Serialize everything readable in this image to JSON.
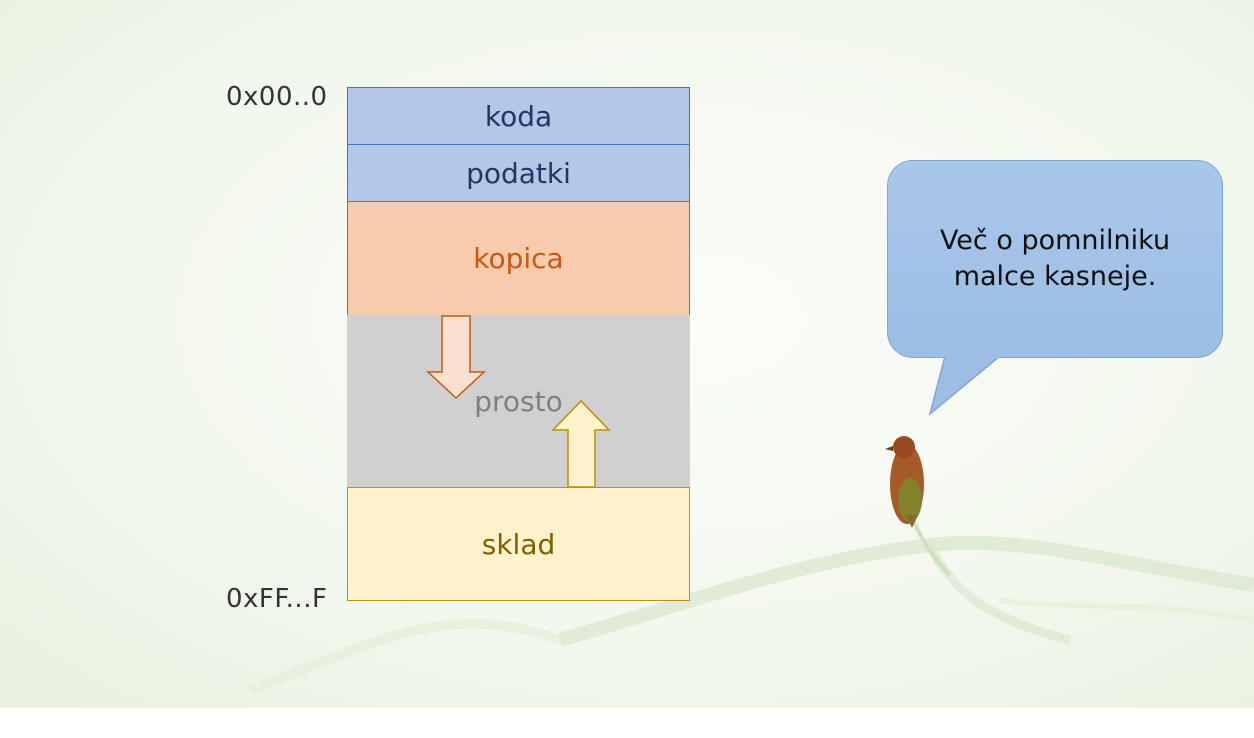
{
  "diagram": {
    "address_top": "0x00..0",
    "address_bottom": "0xFF...F",
    "segments": {
      "code": "koda",
      "data": "podatki",
      "heap": "kopica",
      "free": "prosto",
      "stack": "sklad"
    },
    "colors": {
      "code_fill": "#b4c7e7",
      "heap_fill": "#f8cbad",
      "free_fill": "#d0d0d0",
      "stack_fill": "#fff2cc"
    }
  },
  "callout": {
    "text": "Več o pomnilniku malce kasneje."
  },
  "decorations": {
    "bird_icon": "bird-icon",
    "branch": "branch-decoration"
  }
}
